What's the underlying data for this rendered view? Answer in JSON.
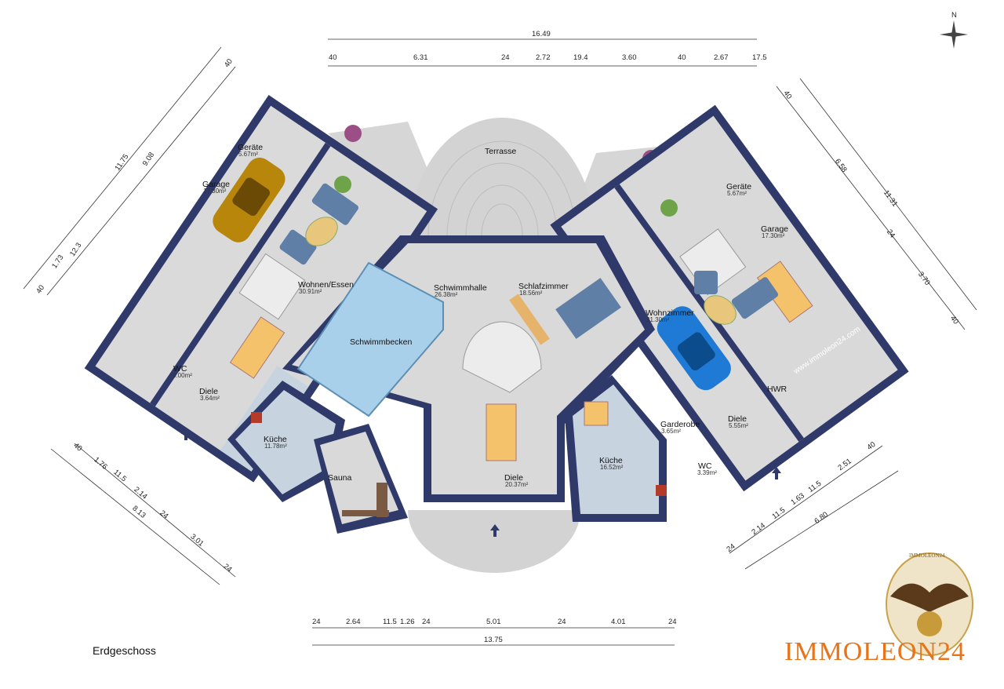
{
  "floor_label": "Erdgeschoss",
  "brand": "IMMOLEON24",
  "logo_text": "IMMOLEON24",
  "watermark": "www.immoleon24.com",
  "compass": "N",
  "rooms": {
    "terrasse": {
      "name": "Terrasse"
    },
    "garage_left": {
      "name": "Garage",
      "area": "17.30m²"
    },
    "geraete_left": {
      "name": "Geräte",
      "area": "5.67m²"
    },
    "wohnen_essen": {
      "name": "Wohnen/Essen",
      "area": "30.91m²"
    },
    "schwimmhalle": {
      "name": "Schwimmhalle",
      "area": "26.38m²"
    },
    "schwimmbecken": {
      "name": "Schwimmbecken"
    },
    "schlafzimmer": {
      "name": "Schlafzimmer",
      "area": "18.56m²"
    },
    "wohnzimmer": {
      "name": "Wohnzimmer",
      "area": "31.30m²"
    },
    "geraete_right": {
      "name": "Geräte",
      "area": "5.67m²"
    },
    "garage_right": {
      "name": "Garage",
      "area": "17.30m²"
    },
    "wc_left": {
      "name": "WC",
      "area": "3.00m²"
    },
    "diele_left": {
      "name": "Diele",
      "area": "3.64m²"
    },
    "kueche_left": {
      "name": "Küche",
      "area": "11.78m²"
    },
    "sauna": {
      "name": "Sauna"
    },
    "diele_center": {
      "name": "Diele",
      "area": "20.37m²"
    },
    "kueche_right": {
      "name": "Küche",
      "area": "16.52m²"
    },
    "garderobe": {
      "name": "Garderobe",
      "area": "3.65m²"
    },
    "diele_right": {
      "name": "Diele",
      "area": "5.55m²"
    },
    "wc_right": {
      "name": "WC",
      "area": "3.39m²"
    },
    "hwr": {
      "name": "HWR"
    }
  },
  "dims": {
    "top_total": "16.49",
    "top_segments": [
      "40",
      "6.31",
      "24",
      "2.72",
      "19.4",
      "3.60",
      "40",
      "2.67",
      "17.5"
    ],
    "bottom_segments": [
      "24",
      "2.64",
      "11.5",
      "1.26",
      "24",
      "5.01",
      "24",
      "4.01",
      "24"
    ],
    "bottom_total": "13.75",
    "upper_left_outer": [
      "40",
      "9.08",
      "12.3"
    ],
    "upper_left_inner": [
      "11.75",
      "1.73",
      "40"
    ],
    "upper_right_outer": [
      "40",
      "6.58",
      "24",
      "3.70",
      "40"
    ],
    "upper_right_total": "11.31",
    "lower_left_outer": [
      "40",
      "1.76",
      "11.5",
      "2.14",
      "24",
      "3.01",
      "24"
    ],
    "lower_left_total": "8.13",
    "lower_right_outer": [
      "24",
      "2.14",
      "11.5",
      "1.63",
      "11.5",
      "2.51",
      "40"
    ],
    "lower_right_total": "6.80"
  }
}
